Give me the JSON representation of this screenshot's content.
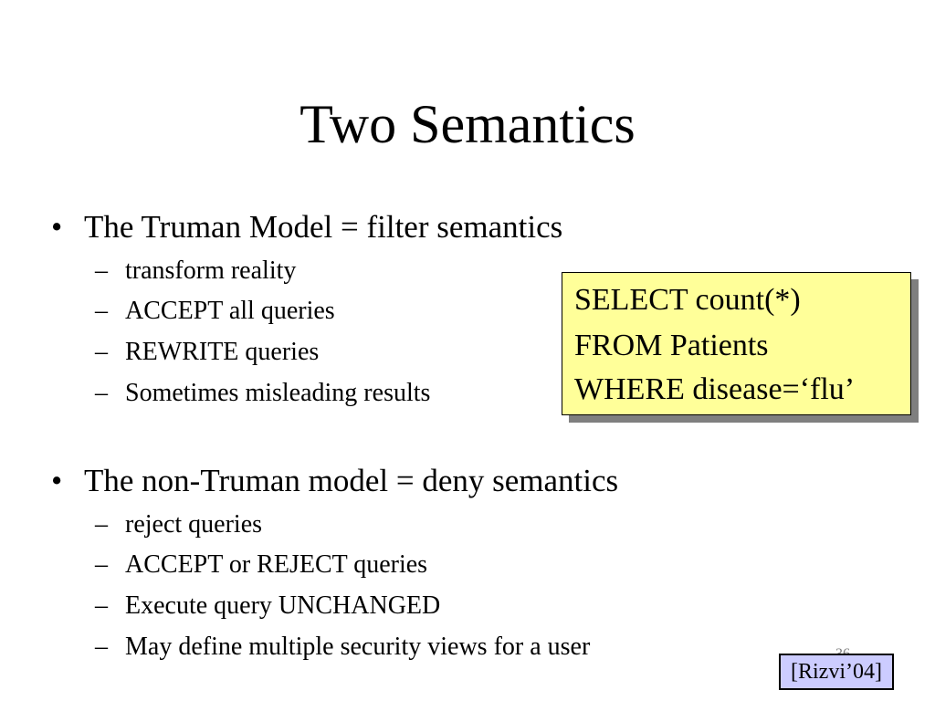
{
  "title": "Two Semantics",
  "bullets": [
    {
      "text": "The Truman Model = filter semantics",
      "subitems": [
        "transform reality",
        "ACCEPT all queries",
        "REWRITE queries",
        "Sometimes misleading results"
      ]
    },
    {
      "text": "The non-Truman model = deny semantics",
      "subitems": [
        "reject queries",
        "ACCEPT or REJECT queries",
        "Execute query UNCHANGED",
        "May define multiple security views for a user"
      ]
    }
  ],
  "bullet_glyph": "•",
  "dash_glyph": "–",
  "sql_box": {
    "lines": [
      "SELECT count(*)",
      "FROM Patients",
      "WHERE disease=‘flu’"
    ],
    "background_color": "#ffff99"
  },
  "page_number": "36",
  "citation": {
    "text": "[Rizvi’04]",
    "background_color": "#ccccff"
  }
}
